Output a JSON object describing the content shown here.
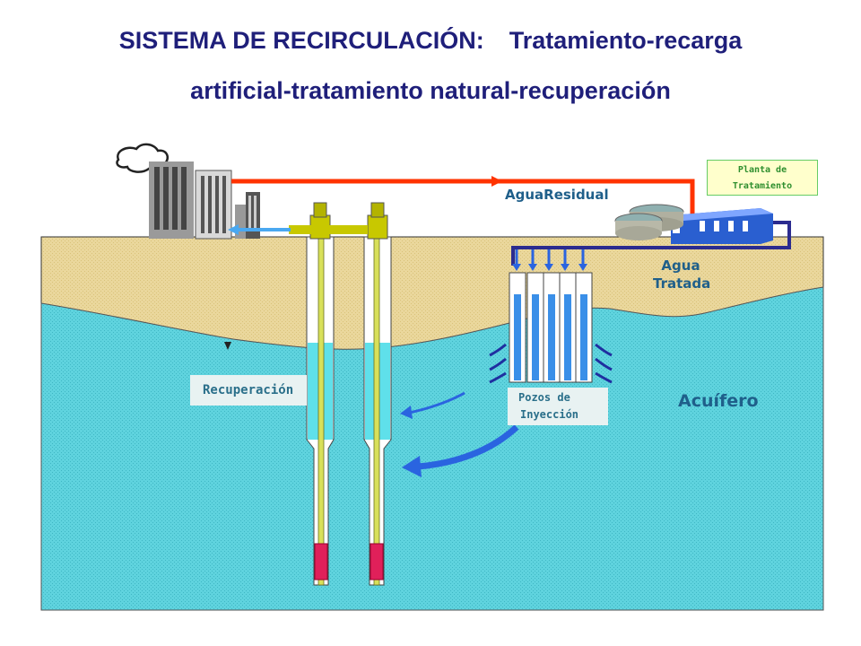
{
  "title": {
    "line1_part1": "SISTEMA DE RECIRCULACIÓN:",
    "line1_part2": "Tratamiento-recarga",
    "line2": "artificial-tratamiento natural-recuperación"
  },
  "labels": {
    "planta_line1": "Planta de",
    "planta_line2": "Tratamiento",
    "agua_residual": "AguaResidual",
    "agua_tratada_line1": "Agua",
    "agua_tratada_line2": "Tratada",
    "recuperacion": "Recuperación",
    "pozos_line1": "Pozos de",
    "pozos_line2": "Inyección",
    "acuifero": "Acuífero"
  },
  "colors": {
    "title": "#1f1f7a",
    "soil": "#e8d59a",
    "aquifer": "#5cd6e0",
    "wastewater_pipe": "#ff3300",
    "treated_pipe": "#2b2b8f",
    "flow_arrow": "#2a64e0",
    "screen": "#e0205a",
    "well_head": "#b3b300"
  },
  "icons": [
    "cloud-icon",
    "city-buildings-icon",
    "treatment-plant-icon",
    "settling-tanks-icon",
    "well-head-icon",
    "water-table-marker-icon"
  ]
}
